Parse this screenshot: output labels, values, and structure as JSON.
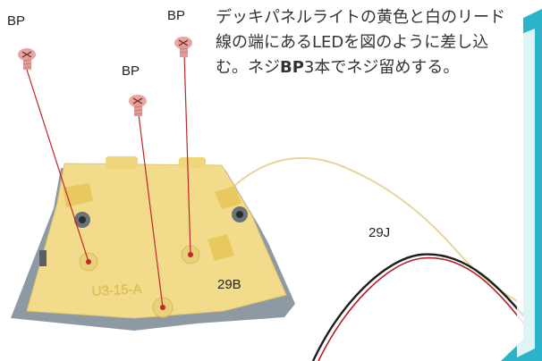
{
  "instruction": {
    "part1": "デッキパネルライトの黄色と白のリード線の端にあるLEDを図のように差し込む。ネジ",
    "bold": "BP",
    "part2": "3本でネジ留めする。"
  },
  "labels": {
    "screw_left": "BP",
    "screw_middle": "BP",
    "screw_right": "BP",
    "panel_part": "29B",
    "wire_part": "29J",
    "panel_engraving": "U3-15-A"
  },
  "colors": {
    "panel_yellow": "#f2dc8c",
    "panel_edge": "#8e9aa3",
    "screw_pink": "#e9a5a2",
    "guide_red": "#c0262b",
    "corner_blue": "#2bb3c9"
  }
}
